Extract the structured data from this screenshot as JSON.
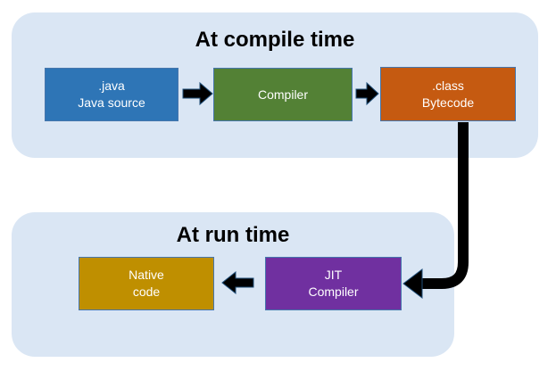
{
  "sections": {
    "compile": {
      "title": "At compile time",
      "boxes": {
        "java": {
          "line1": ".java",
          "line2": "Java source",
          "fill": "#2e75b6"
        },
        "compiler": {
          "line1": "Compiler",
          "fill": "#538135"
        },
        "bytecode": {
          "line1": ".class",
          "line2": "Bytecode",
          "fill": "#c55a11"
        }
      }
    },
    "run": {
      "title": "At run time",
      "boxes": {
        "native": {
          "line1": "Native",
          "line2": "code",
          "fill": "#bf8f00"
        },
        "jit": {
          "line1": "JIT",
          "line2": "Compiler",
          "fill": "#7030a0"
        }
      }
    }
  },
  "icons": {
    "arrow_right_1": "right-block-arrow",
    "arrow_right_2": "right-block-arrow",
    "arrow_left": "left-block-arrow",
    "elbow_arrow": "elbow-arrow-down-left"
  },
  "colors": {
    "page_background": "#ffffff",
    "section_background": "#dae6f4",
    "box_border": "#4676ac",
    "box_text": "#ffffff",
    "title_text": "#000000",
    "arrow": "#000000"
  }
}
